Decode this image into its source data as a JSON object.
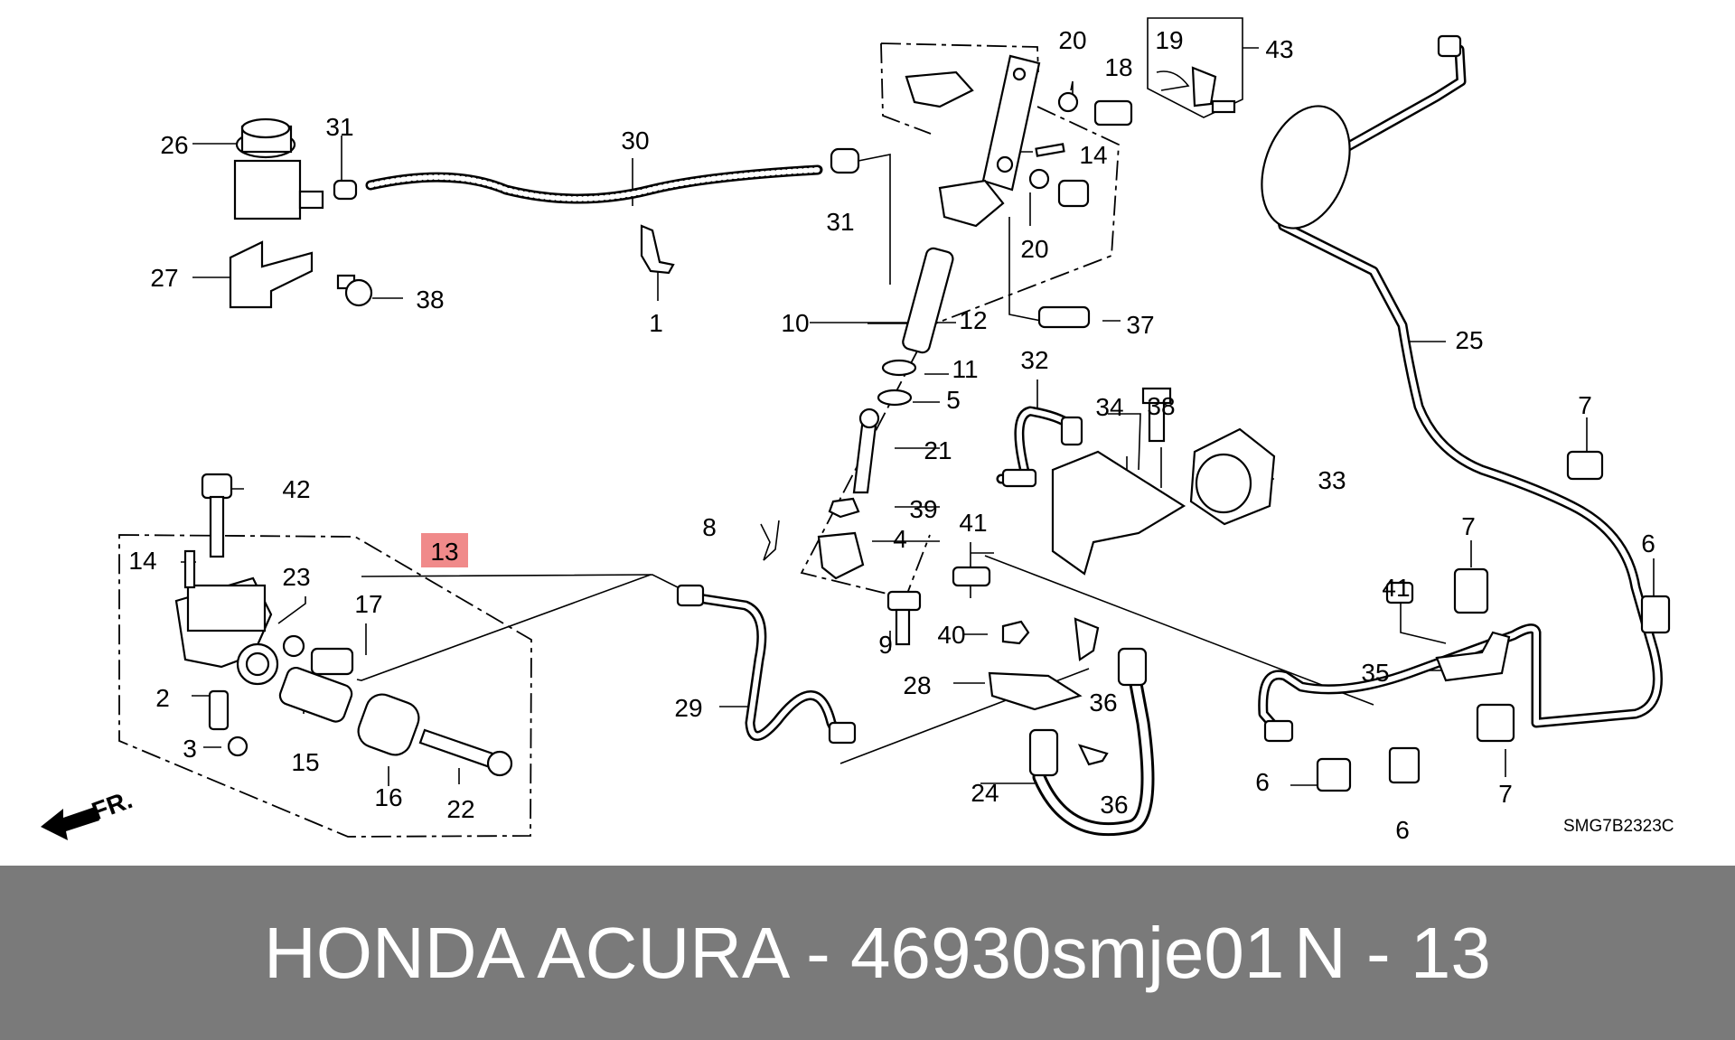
{
  "footer": {
    "title": "HONDA ACURA - 46930smje01",
    "ref": "N - 13"
  },
  "diagram": {
    "code": "SMG7B2323C",
    "fr_label": "FR.",
    "highlight_label": "13",
    "highlight_color": "#f08a8a",
    "labels": [
      "26",
      "31",
      "30",
      "31",
      "27",
      "38",
      "1",
      "10",
      "12",
      "11",
      "5",
      "21",
      "39",
      "4",
      "8",
      "9",
      "20",
      "18",
      "19",
      "43",
      "14",
      "20",
      "37",
      "32",
      "34",
      "38",
      "33",
      "25",
      "7",
      "6",
      "7",
      "41",
      "35",
      "6",
      "7",
      "6",
      "42",
      "14",
      "23",
      "17",
      "2",
      "15",
      "16",
      "22",
      "3",
      "29",
      "28",
      "36",
      "36",
      "24",
      "41",
      "40"
    ]
  }
}
